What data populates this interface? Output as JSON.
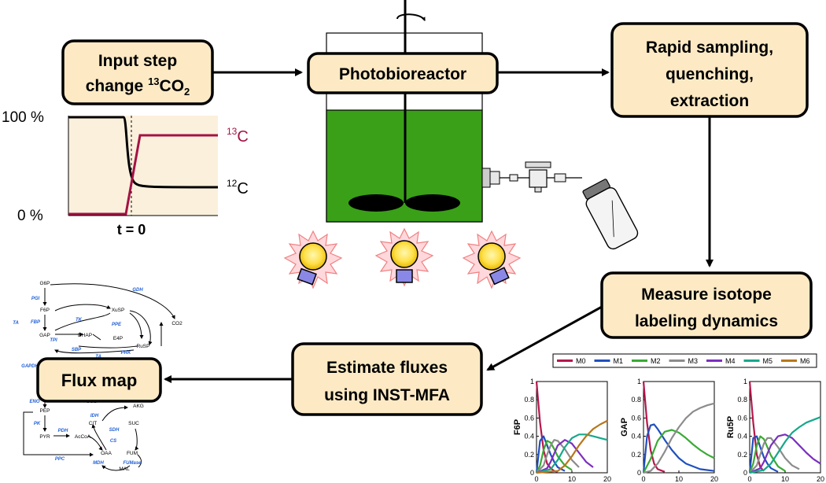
{
  "boxes": {
    "input_line1": "Input step",
    "input_line2": "change ",
    "input_sup": "13",
    "input_co": "CO",
    "input_sub": "2",
    "photobioreactor": "Photobioreactor",
    "sampling_line1": "Rapid sampling,",
    "sampling_line2": "quenching,",
    "sampling_line3": "extraction",
    "measure_line1": "Measure isotope",
    "measure_line2": "labeling dynamics",
    "estimate_line1": "Estimate fluxes",
    "estimate_line2": "using INST-MFA",
    "fluxmap": "Flux map"
  },
  "step_plot": {
    "y_top": "100 %",
    "y_bottom": "0 %",
    "x_label": "t = 0",
    "label_13c_sup": "13",
    "label_13c": "C",
    "label_12c_sup": "12",
    "label_12c": "C",
    "color_13c": "#a31344",
    "color_12c": "#000000"
  },
  "flux_map": {
    "metabolites": [
      "G6P",
      "F6P",
      "XuSP",
      "GAP",
      "DHAP",
      "E4P",
      "RuSP",
      "PEP",
      "PYR",
      "AcCoA",
      "CIT",
      "AKG",
      "SUC",
      "OAA",
      "FUM",
      "MAL",
      "CO2",
      "CO2"
    ],
    "enzymes": [
      "GDH",
      "PGI",
      "TA",
      "FBP",
      "TK",
      "TPI",
      "SBP",
      "PPE",
      "GAPDH",
      "TA",
      "PRK",
      "ENO",
      "PK",
      "PDH",
      "IDH",
      "CS",
      "SDH",
      "PPC",
      "MDH",
      "FUMase"
    ]
  },
  "legend": {
    "items": [
      {
        "name": "M0",
        "color": "#b5174a"
      },
      {
        "name": "M1",
        "color": "#1f4fbf"
      },
      {
        "name": "M2",
        "color": "#3aaa35"
      },
      {
        "name": "M3",
        "color": "#8c8c8c"
      },
      {
        "name": "M4",
        "color": "#7b2fbf"
      },
      {
        "name": "M5",
        "color": "#17a88a"
      },
      {
        "name": "M6",
        "color": "#b8771a"
      }
    ]
  },
  "chart_data": [
    {
      "type": "line",
      "ylabel": "F6P",
      "xlim": [
        0,
        20
      ],
      "ylim": [
        0,
        1
      ],
      "xticks": [
        "0",
        "10",
        "20"
      ],
      "yticks": [
        "0",
        "0.2",
        "0.4",
        "0.6",
        "0.8",
        "1"
      ],
      "series": [
        {
          "name": "M0",
          "x": [
            0,
            1,
            2,
            3,
            4,
            5,
            6
          ],
          "y": [
            1,
            0.55,
            0.25,
            0.1,
            0.05,
            0.02,
            0.01
          ]
        },
        {
          "name": "M1",
          "x": [
            0,
            1,
            2,
            3,
            4,
            5,
            6,
            8
          ],
          "y": [
            0,
            0.35,
            0.4,
            0.3,
            0.2,
            0.12,
            0.06,
            0.02
          ]
        },
        {
          "name": "M2",
          "x": [
            0,
            1,
            2,
            3,
            4,
            5,
            6,
            8,
            10
          ],
          "y": [
            0,
            0.08,
            0.25,
            0.35,
            0.33,
            0.26,
            0.18,
            0.08,
            0.03
          ]
        },
        {
          "name": "M3",
          "x": [
            0,
            2,
            3,
            4,
            5,
            6,
            8,
            10,
            12
          ],
          "y": [
            0,
            0.08,
            0.2,
            0.3,
            0.36,
            0.35,
            0.26,
            0.14,
            0.06
          ]
        },
        {
          "name": "M4",
          "x": [
            0,
            3,
            4,
            6,
            8,
            10,
            12,
            14,
            16
          ],
          "y": [
            0,
            0.05,
            0.12,
            0.3,
            0.36,
            0.32,
            0.22,
            0.12,
            0.06
          ]
        },
        {
          "name": "M5",
          "x": [
            0,
            4,
            6,
            8,
            10,
            12,
            14,
            16,
            18,
            20
          ],
          "y": [
            0,
            0.04,
            0.14,
            0.28,
            0.38,
            0.42,
            0.42,
            0.4,
            0.38,
            0.36
          ]
        },
        {
          "name": "M6",
          "x": [
            0,
            6,
            8,
            10,
            12,
            14,
            16,
            18,
            20
          ],
          "y": [
            0,
            0.02,
            0.08,
            0.18,
            0.3,
            0.4,
            0.48,
            0.53,
            0.57
          ]
        }
      ]
    },
    {
      "type": "line",
      "ylabel": "GAP",
      "xlim": [
        0,
        20
      ],
      "ylim": [
        0,
        1
      ],
      "xticks": [
        "0",
        "10",
        "20"
      ],
      "yticks": [
        "0",
        "0.2",
        "0.4",
        "0.6",
        "0.8",
        "1"
      ],
      "series": [
        {
          "name": "M0",
          "x": [
            0,
            1,
            2,
            3,
            4,
            6
          ],
          "y": [
            1,
            0.55,
            0.25,
            0.1,
            0.04,
            0.01
          ]
        },
        {
          "name": "M1",
          "x": [
            0,
            1,
            2,
            3,
            4,
            6,
            8,
            10,
            12,
            16,
            20
          ],
          "y": [
            0,
            0.4,
            0.52,
            0.53,
            0.48,
            0.36,
            0.25,
            0.16,
            0.1,
            0.04,
            0.02
          ]
        },
        {
          "name": "M2",
          "x": [
            0,
            2,
            4,
            6,
            8,
            10,
            12,
            14,
            16,
            18,
            20
          ],
          "y": [
            0,
            0.15,
            0.35,
            0.45,
            0.47,
            0.44,
            0.38,
            0.31,
            0.25,
            0.2,
            0.16
          ]
        },
        {
          "name": "M3",
          "x": [
            0,
            2,
            4,
            6,
            8,
            10,
            12,
            14,
            16,
            18,
            20
          ],
          "y": [
            0,
            0.02,
            0.1,
            0.23,
            0.38,
            0.5,
            0.6,
            0.67,
            0.71,
            0.74,
            0.76
          ]
        }
      ]
    },
    {
      "type": "line",
      "ylabel": "Ru5P",
      "xlim": [
        0,
        20
      ],
      "ylim": [
        0,
        1
      ],
      "xticks": [
        "0",
        "10",
        "20"
      ],
      "yticks": [
        "0",
        "0.2",
        "0.4",
        "0.6",
        "0.8",
        "1"
      ],
      "series": [
        {
          "name": "M0",
          "x": [
            0,
            1,
            2,
            3,
            4
          ],
          "y": [
            1,
            0.55,
            0.2,
            0.06,
            0.02
          ]
        },
        {
          "name": "M1",
          "x": [
            0,
            1,
            2,
            3,
            4,
            5,
            6,
            8
          ],
          "y": [
            0,
            0.38,
            0.4,
            0.28,
            0.17,
            0.1,
            0.05,
            0.01
          ]
        },
        {
          "name": "M2",
          "x": [
            0,
            1,
            2,
            3,
            4,
            5,
            6,
            8,
            10
          ],
          "y": [
            0,
            0.1,
            0.3,
            0.4,
            0.37,
            0.28,
            0.19,
            0.07,
            0.02
          ]
        },
        {
          "name": "M3",
          "x": [
            0,
            2,
            3,
            4,
            5,
            6,
            8,
            10,
            12,
            14
          ],
          "y": [
            0,
            0.08,
            0.2,
            0.32,
            0.38,
            0.38,
            0.28,
            0.16,
            0.08,
            0.04
          ]
        },
        {
          "name": "M4",
          "x": [
            0,
            3,
            4,
            6,
            8,
            10,
            12,
            14,
            16,
            18,
            20
          ],
          "y": [
            0,
            0.05,
            0.12,
            0.3,
            0.4,
            0.42,
            0.38,
            0.3,
            0.22,
            0.15,
            0.1
          ]
        },
        {
          "name": "M5",
          "x": [
            0,
            4,
            6,
            8,
            10,
            12,
            14,
            16,
            18,
            20
          ],
          "y": [
            0,
            0.03,
            0.1,
            0.22,
            0.34,
            0.44,
            0.5,
            0.55,
            0.58,
            0.61
          ]
        }
      ]
    }
  ]
}
